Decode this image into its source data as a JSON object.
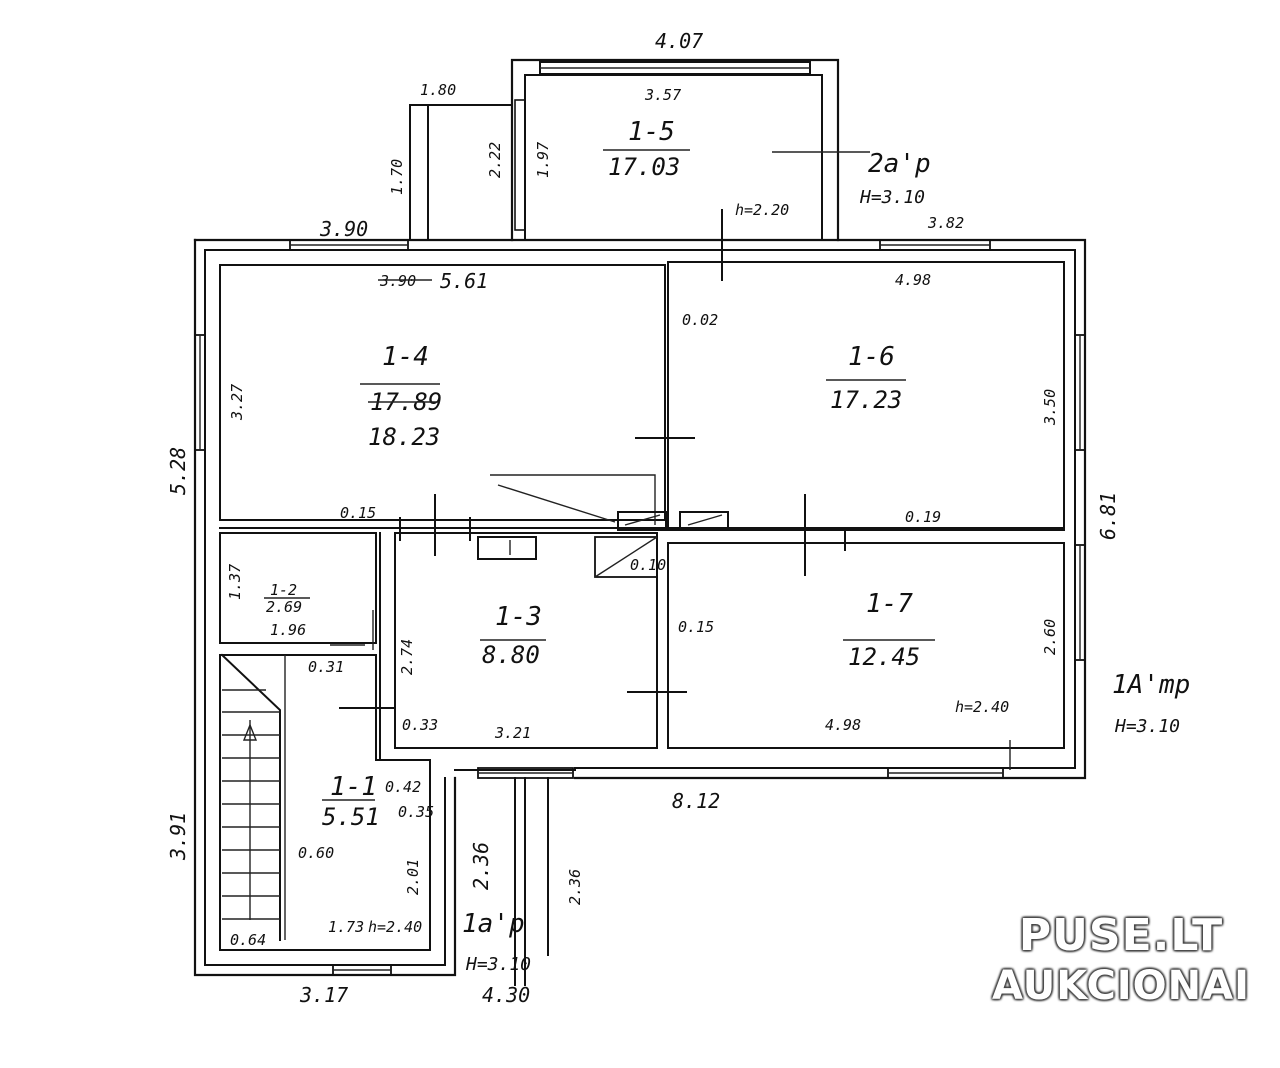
{
  "rooms": [
    {
      "id": "1-1",
      "area": "5.51"
    },
    {
      "id": "1-2",
      "area": "2.69"
    },
    {
      "id": "1-3",
      "area": "8.80"
    },
    {
      "id": "1-4",
      "area_struck": "17.89",
      "area": "18.23"
    },
    {
      "id": "1-5",
      "area": "17.03"
    },
    {
      "id": "1-6",
      "area": "17.23"
    },
    {
      "id": "1-7",
      "area": "12.45"
    }
  ],
  "dimensions": {
    "d407": "4.07",
    "d357": "3.57",
    "d180": "1.80",
    "d222": "2.22",
    "d197": "1.97",
    "d170": "1.70",
    "d220": "h=2.20",
    "d390a": "3.90",
    "d390b": "3.90",
    "d561": "5.61",
    "d382": "3.82",
    "d498top": "4.98",
    "d002": "0.02",
    "d327": "3.27",
    "d550": "3.50",
    "d528": "5.28",
    "d681": "6.81",
    "d015a": "0.15",
    "d019": "0.19",
    "d137": "1.37",
    "d196": "1.96",
    "d031": "0.31",
    "d274": "2.74",
    "d033": "0.33",
    "d321": "3.21",
    "d015b": "0.15",
    "d260": "2.60",
    "d498b": "4.98",
    "d240": "h=2.40",
    "d812": "8.12",
    "d391": "3.91",
    "d042": "0.42",
    "d035": "0.35",
    "d201": "2.01",
    "d236a": "2.36",
    "d236b": "2.36",
    "d060": "0.60",
    "d173": "1.73",
    "d240b": "h=2.40",
    "d064": "0.64",
    "d317": "3.17",
    "d430": "4.30",
    "d010": "0.10"
  },
  "marks": {
    "m2a": "2a'p",
    "m2a_h": "H=3.10",
    "m1A": "1A'mp",
    "m1A_h": "H=3.10",
    "m1a": "1a'p",
    "m1a_h": "H=3.10"
  },
  "watermark": {
    "line1": "PUSE.LT",
    "line2": "AUKCIONAI"
  }
}
